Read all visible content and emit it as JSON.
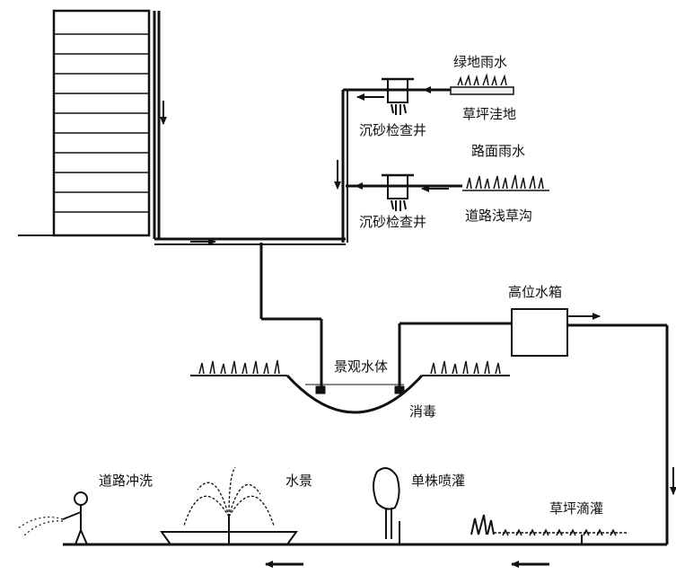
{
  "labels": {
    "green_rain": "绿地雨水",
    "lawn_depression": "草坪洼地",
    "sand_well_1": "沉砂检查井",
    "road_rain": "路面雨水",
    "sand_well_2": "沉砂检查井",
    "road_swale": "道路浅草沟",
    "high_tank": "高位水箱",
    "landscape_water": "景观水体",
    "disinfect": "消毒",
    "road_flush": "道路冲洗",
    "water_feature": "水景",
    "tree_spray": "单株喷灌",
    "lawn_drip": "草坪滴灌"
  },
  "colors": {
    "line": "#111111",
    "background": "#ffffff"
  }
}
